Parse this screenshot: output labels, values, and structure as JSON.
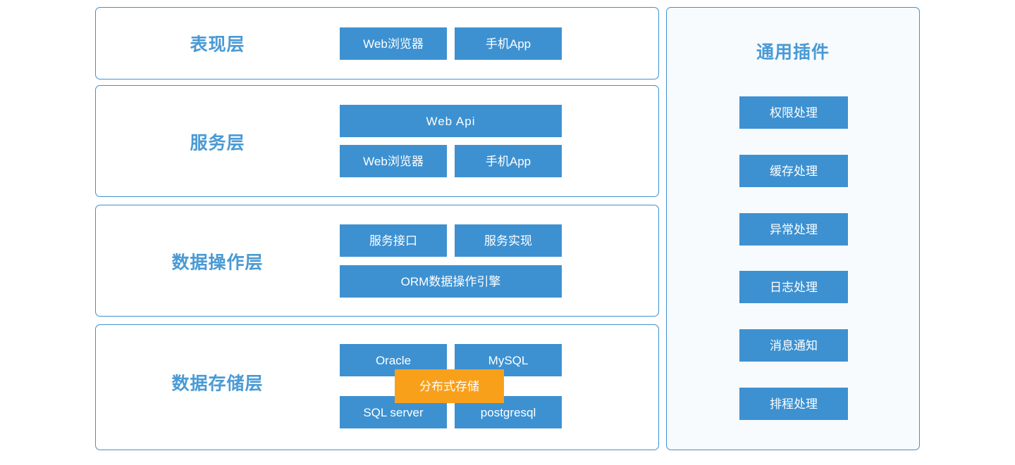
{
  "diagram": {
    "type": "layered-architecture",
    "accent_blue": "#3d91d1",
    "title_blue": "#4a9ad4",
    "accent_orange": "#f9a01b",
    "panel_bg": "#f7fbfe",
    "layers": [
      {
        "title": "表现层",
        "nodes": [
          {
            "label": "Web浏览器",
            "color": "blue"
          },
          {
            "label": "手机App",
            "color": "blue"
          }
        ]
      },
      {
        "title": "服务层",
        "nodes": [
          {
            "label": "Web Api",
            "color": "blue"
          },
          {
            "label": "Web浏览器",
            "color": "blue"
          },
          {
            "label": "手机App",
            "color": "blue"
          }
        ]
      },
      {
        "title": "数据操作层",
        "nodes": [
          {
            "label": "服务接口",
            "color": "blue"
          },
          {
            "label": "服务实现",
            "color": "blue"
          },
          {
            "label": "ORM数据操作引擎",
            "color": "blue"
          }
        ]
      },
      {
        "title": "数据存储层",
        "nodes": [
          {
            "label": "Oracle",
            "color": "blue"
          },
          {
            "label": "MySQL",
            "color": "blue"
          },
          {
            "label": "SQL server",
            "color": "blue"
          },
          {
            "label": "postgresql",
            "color": "blue"
          },
          {
            "label": "分布式存储",
            "color": "orange"
          }
        ]
      }
    ],
    "plugins": {
      "title": "通用插件",
      "items": [
        {
          "label": "权限处理"
        },
        {
          "label": "缓存处理"
        },
        {
          "label": "异常处理"
        },
        {
          "label": "日志处理"
        },
        {
          "label": "消息通知"
        },
        {
          "label": "排程处理"
        }
      ]
    }
  }
}
